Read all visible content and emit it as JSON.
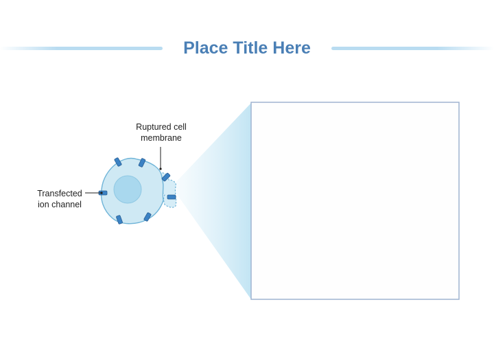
{
  "title": "Place Title Here",
  "labels": {
    "ruptured_membrane": {
      "line1": "Ruptured cell",
      "line2": "membrane"
    },
    "ion_channel": {
      "line1": "Transfected",
      "line2": "ion channel"
    }
  },
  "colors": {
    "title": "#4a7fb5",
    "title_rule": "#b9dcf1",
    "cell_fill": "#cfe9f4",
    "cell_stroke": "#6fb4d8",
    "nucleus_fill": "#a9d8ee",
    "channel_fill": "#3b82c4",
    "frame_stroke": "#9fb4d0",
    "zoom_wedge": "#d7eef8"
  }
}
